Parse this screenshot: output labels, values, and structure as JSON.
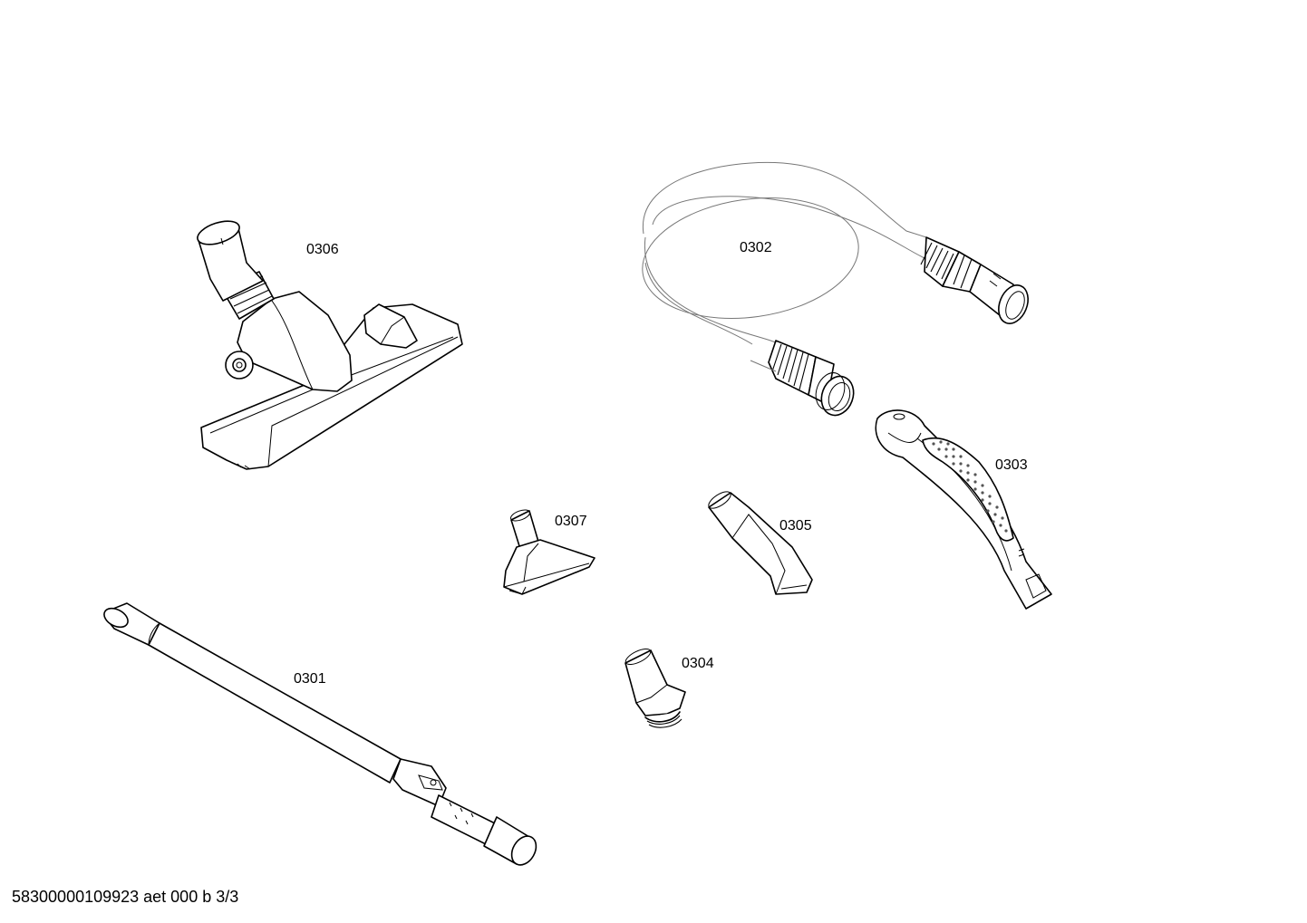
{
  "parts": [
    {
      "id": "0301",
      "label": "0301"
    },
    {
      "id": "0302",
      "label": "0302"
    },
    {
      "id": "0303",
      "label": "0303"
    },
    {
      "id": "0304",
      "label": "0304"
    },
    {
      "id": "0305",
      "label": "0305"
    },
    {
      "id": "0306",
      "label": "0306"
    },
    {
      "id": "0307",
      "label": "0307"
    }
  ],
  "footer": {
    "code": "58300000109923 aet 000 b 3/3"
  },
  "colors": {
    "line": "#000000",
    "hose_outline": "#777777",
    "background": "#ffffff"
  }
}
